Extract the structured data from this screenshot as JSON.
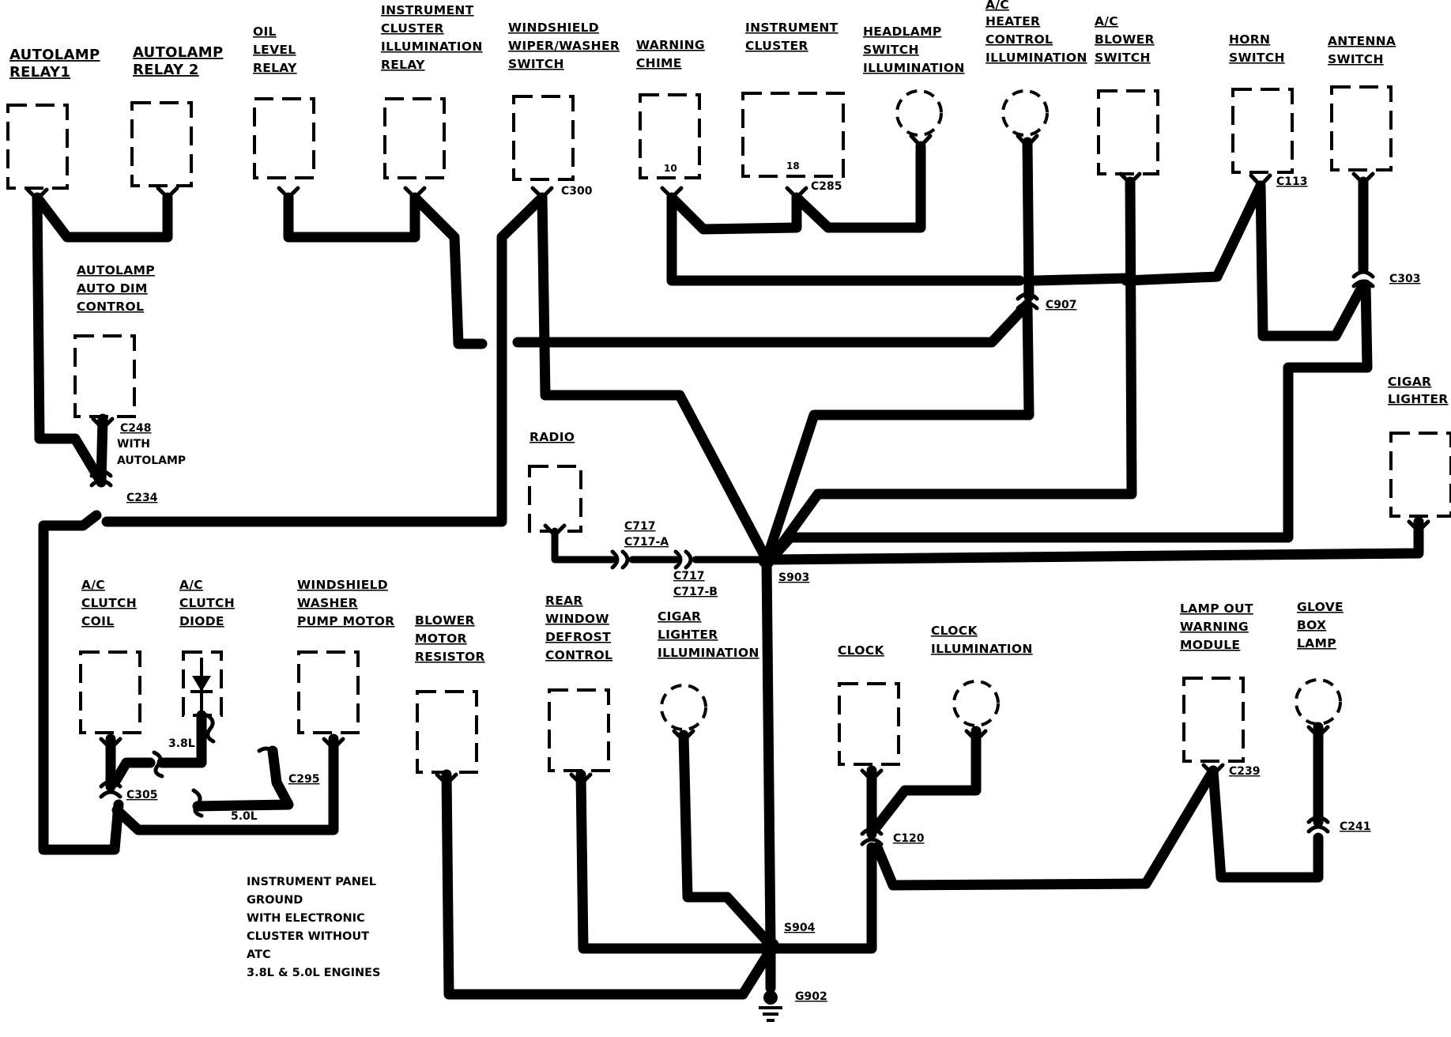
{
  "title_note": [
    "INSTRUMENT PANEL",
    "GROUND",
    "WITH ELECTRONIC",
    "CLUSTER WITHOUT",
    "ATC",
    "3.8L & 5.0L ENGINES"
  ],
  "components": {
    "autolamp_relay1": [
      "AUTOLAMP",
      "RELAY1"
    ],
    "autolamp_relay2": [
      "AUTOLAMP",
      "RELAY 2"
    ],
    "oil_level_relay": [
      "OIL",
      "LEVEL",
      "RELAY"
    ],
    "instrument_cluster_illum_relay": [
      "INSTRUMENT",
      "CLUSTER",
      "ILLUMINATION",
      "RELAY"
    ],
    "windshield_wiper_switch": [
      "WINDSHIELD",
      "WIPER/WASHER",
      "SWITCH"
    ],
    "warning_chime": [
      "WARNING",
      "CHIME"
    ],
    "instrument_cluster": [
      "INSTRUMENT",
      "CLUSTER"
    ],
    "headlamp_switch_illum": [
      "HEADLAMP",
      "SWITCH",
      "ILLUMINATION"
    ],
    "ac_heater_control_illum": [
      "A/C",
      "HEATER",
      "CONTROL",
      "ILLUMINATION"
    ],
    "ac_blower_switch": [
      "A/C",
      "BLOWER",
      "SWITCH"
    ],
    "horn_switch": [
      "HORN",
      "SWITCH"
    ],
    "antenna_switch": [
      "ANTENNA",
      "SWITCH"
    ],
    "autolamp_auto_dim": [
      "AUTOLAMP",
      "AUTO DIM",
      "CONTROL"
    ],
    "radio": [
      "RADIO"
    ],
    "cigar_lighter": [
      "CIGAR",
      "LIGHTER"
    ],
    "ac_clutch_coil": [
      "A/C",
      "CLUTCH",
      "COIL"
    ],
    "ac_clutch_diode": [
      "A/C",
      "CLUTCH",
      "DIODE"
    ],
    "windshield_washer_pump": [
      "WINDSHIELD",
      "WASHER",
      "PUMP MOTOR"
    ],
    "blower_motor_resistor": [
      "BLOWER",
      "MOTOR",
      "RESISTOR"
    ],
    "rear_window_defrost": [
      "REAR",
      "WINDOW",
      "DEFROST",
      "CONTROL"
    ],
    "cigar_lighter_illum": [
      "CIGAR",
      "LIGHTER",
      "ILLUMINATION"
    ],
    "clock": [
      "CLOCK"
    ],
    "clock_illum": [
      "CLOCK",
      "ILLUMINATION"
    ],
    "lamp_out_warning": [
      "LAMP OUT",
      "WARNING",
      "MODULE"
    ],
    "glove_box_lamp": [
      "GLOVE",
      "BOX",
      "LAMP"
    ]
  },
  "connectors": {
    "c300": "C300",
    "c285": "C285",
    "c113": "C113",
    "c907": "C907",
    "c303": "C303",
    "c248": "C248",
    "c248_note": [
      "WITH",
      "AUTOLAMP"
    ],
    "c234": "C234",
    "c717": "C717",
    "c717a": "C717-A",
    "c717b": "C717-B",
    "s903": "S903",
    "c305": "C305",
    "c295": "C295",
    "s904": "S904",
    "g902": "G902",
    "c120": "C120",
    "c239": "C239",
    "c241": "C241"
  },
  "pins": {
    "chime_pin": "10",
    "cluster_pin": "18"
  },
  "wire_notes": {
    "engine_38": "3.8L",
    "engine_50": "5.0L"
  }
}
